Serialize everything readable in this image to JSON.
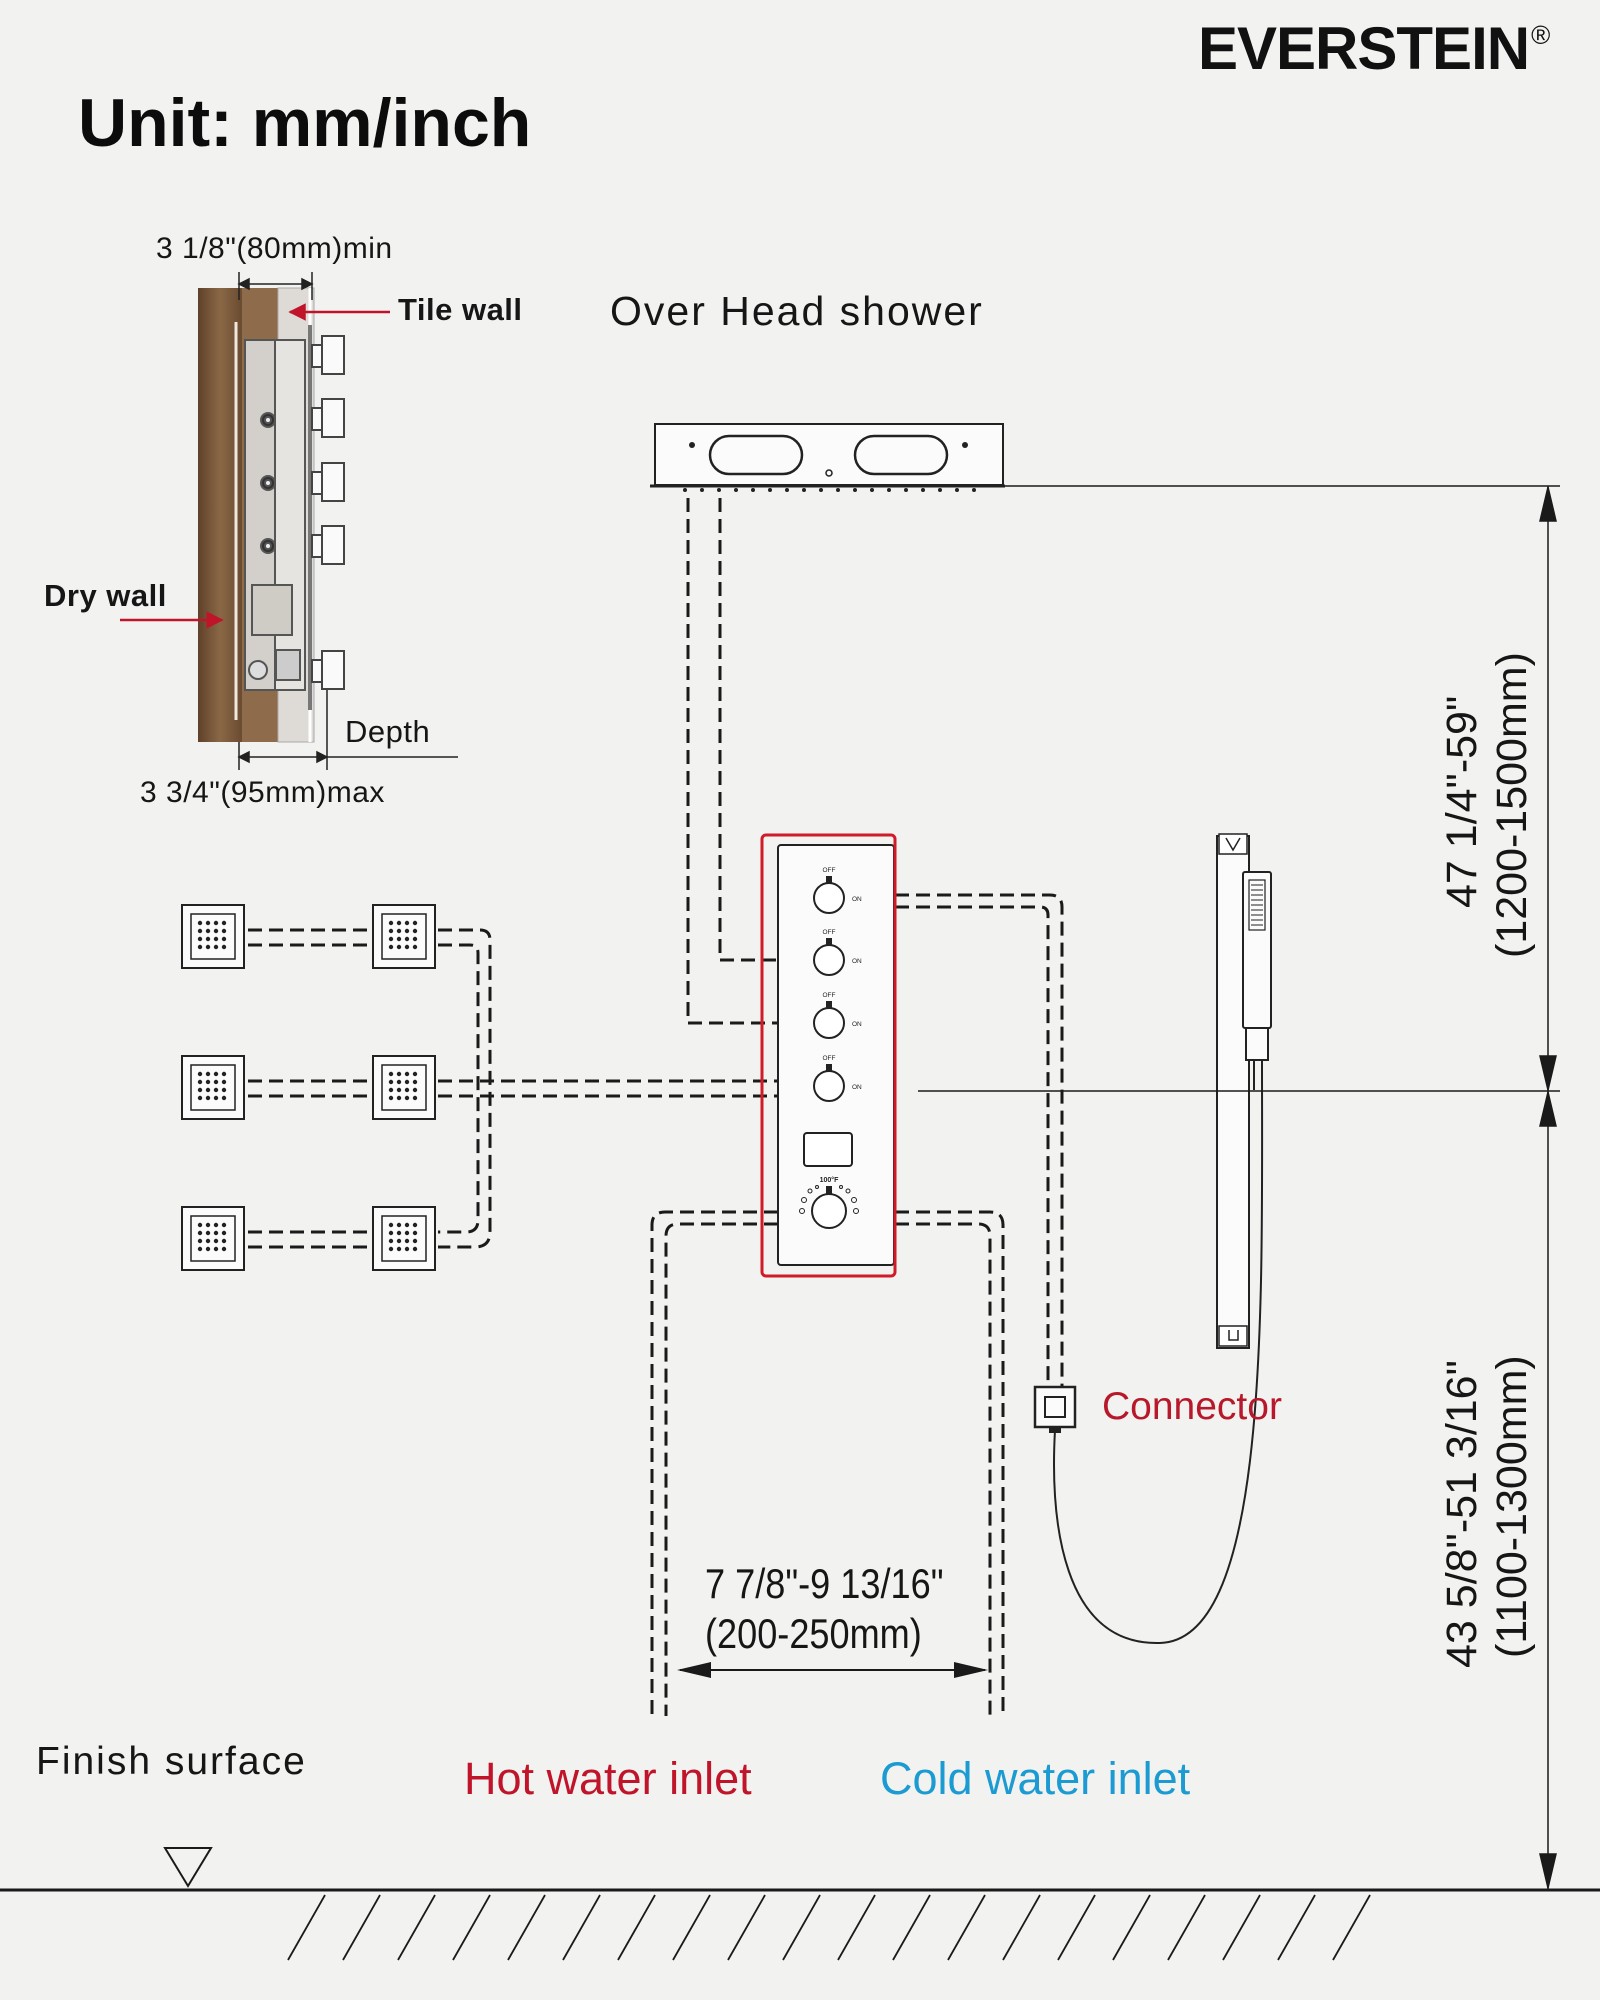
{
  "brand": {
    "name": "EVERSTEIN",
    "mark": "®"
  },
  "unit_title": "Unit: mm/inch",
  "wall_section": {
    "min_dim": "3 1/8\"(80mm)min",
    "max_dim": "3 3/4\"(95mm)max",
    "tile_wall": "Tile wall",
    "dry_wall": "Dry wall",
    "depth": "Depth"
  },
  "labels": {
    "overhead_shower": "Over Head shower",
    "connector": "Connector",
    "finish_surface": "Finish surface",
    "hot_inlet": "Hot water inlet",
    "cold_inlet": "Cold water inlet"
  },
  "dimensions": {
    "inlet_spacing_in": "7 7/8\"-9 13/16\"",
    "inlet_spacing_mm": "(200-250mm)",
    "overhead_height_in": "47 1/4\"-59\"",
    "overhead_height_mm": "(1200-1500mm)",
    "valve_height_in": "43 5/8\"-51  3/16\"",
    "valve_height_mm": "(1100-1300mm)"
  },
  "valve_panel": {
    "knobs": [
      {
        "off": "OFF",
        "on": "ON"
      },
      {
        "off": "OFF",
        "on": "ON"
      },
      {
        "off": "OFF",
        "on": "ON"
      },
      {
        "off": "OFF",
        "on": "ON"
      }
    ],
    "temp_mark": "100°F"
  },
  "colors": {
    "accent_red": "#c0142a",
    "cold_blue": "#1b9bd2",
    "line": "#1a1a1a",
    "wood": "#7b5a3c"
  }
}
